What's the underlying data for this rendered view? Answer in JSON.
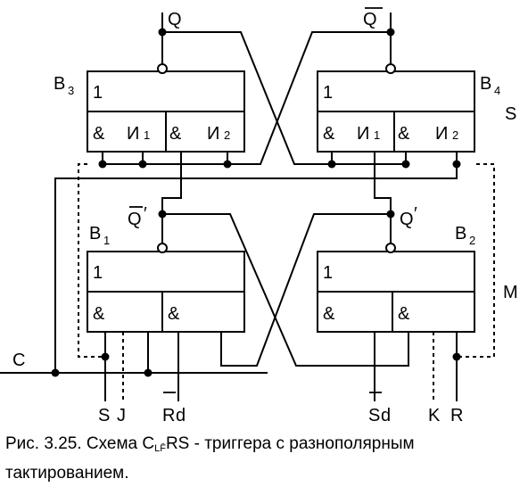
{
  "outputs": {
    "q": "Q",
    "q_bar": "Q",
    "q_prime_bar": "Q",
    "q_prime": "Q",
    "prime_mark": "′"
  },
  "blocks": {
    "b3": {
      "letter": "B",
      "index": "3"
    },
    "b4": {
      "letter": "B",
      "index": "4"
    },
    "b1": {
      "letter": "B",
      "index": "1"
    },
    "b2": {
      "letter": "B",
      "index": "2"
    }
  },
  "cells": {
    "one": "1",
    "and": "&",
    "and1_letter": "И",
    "and1_index": "1",
    "and2_letter": "И",
    "and2_index": "2"
  },
  "side_labels": {
    "s": "S",
    "m": "M",
    "c": "C"
  },
  "inputs": {
    "s": "S",
    "j": "J",
    "rd_letter": "R",
    "rd_index": "d",
    "sd_letter": "S",
    "sd_index": "d",
    "k": "K",
    "r": "R"
  },
  "caption": {
    "line1_before": "Рис. 3.25. Схема C",
    "line1_sub": "LF̄",
    "line1_after": "RS - триггера с разнополярным",
    "line2": "тактированием."
  }
}
